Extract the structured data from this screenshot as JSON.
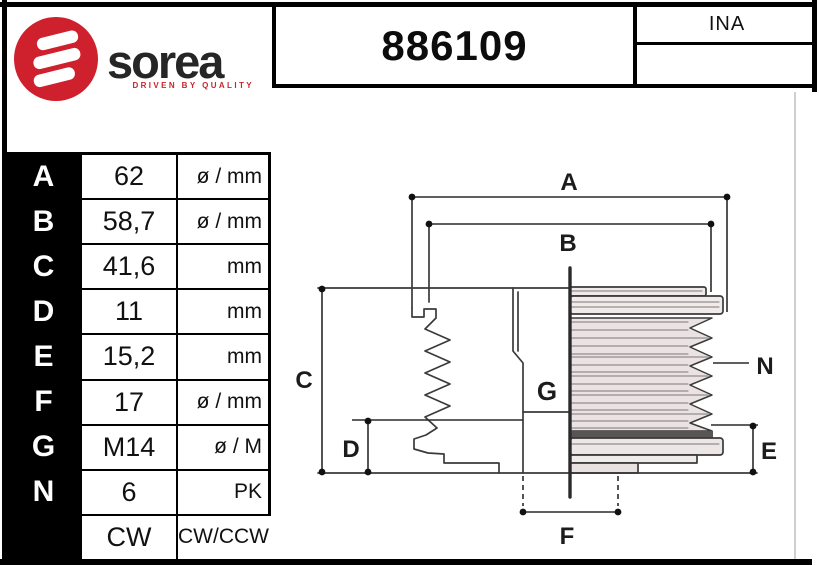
{
  "header": {
    "logo": {
      "brand": "sorea",
      "tagline": "DRIVEN BY QUALITY"
    },
    "part_number": "886109",
    "manufacturer": "INA"
  },
  "table": {
    "rows": [
      {
        "key": "A",
        "value": "62",
        "unit": "ø / mm"
      },
      {
        "key": "B",
        "value": "58,7",
        "unit": "ø / mm"
      },
      {
        "key": "C",
        "value": "41,6",
        "unit": "mm"
      },
      {
        "key": "D",
        "value": "11",
        "unit": "mm"
      },
      {
        "key": "E",
        "value": "15,2",
        "unit": "mm"
      },
      {
        "key": "F",
        "value": "17",
        "unit": "ø / mm"
      },
      {
        "key": "G",
        "value": "M14",
        "unit": "ø / M"
      },
      {
        "key": "N",
        "value": "6",
        "unit": "PK"
      },
      {
        "key": "",
        "value": "CW",
        "unit": "CW/CCW"
      }
    ]
  },
  "diagram": {
    "labels": {
      "a": "A",
      "b": "B",
      "c": "C",
      "d": "D",
      "e": "E",
      "f": "F",
      "g": "G",
      "n": "N"
    }
  },
  "colors": {
    "accent_red": "#cf202e",
    "line_dark": "#2a2a2a",
    "fill_light": "#ece4e4"
  }
}
